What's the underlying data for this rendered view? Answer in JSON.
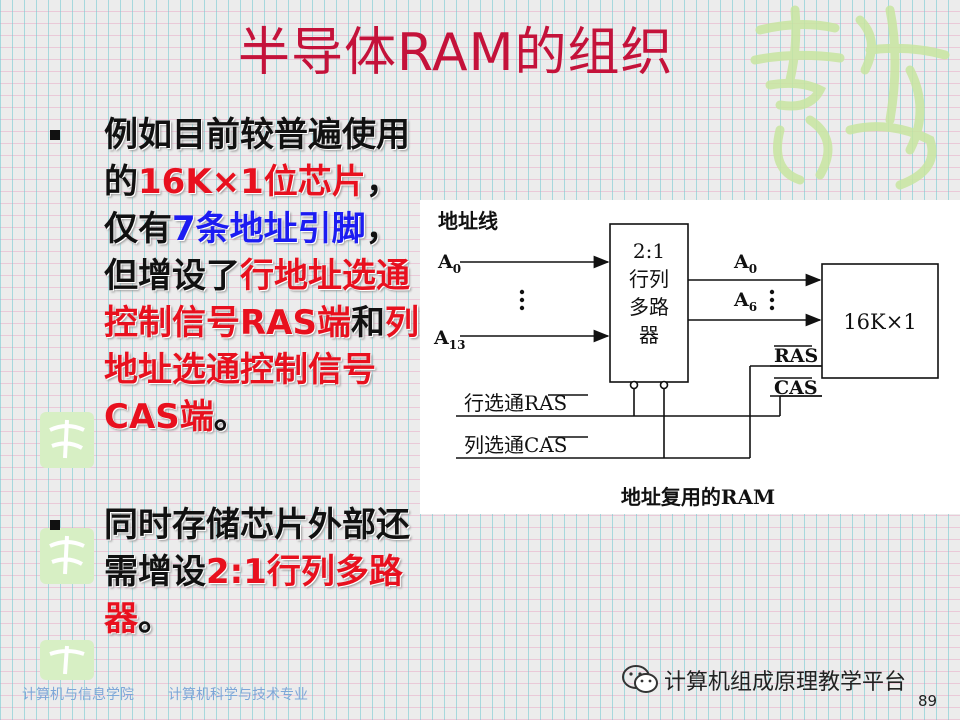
{
  "title": "半导体RAM的组织",
  "bullet1": {
    "runs": [
      {
        "t": "例如目前较普遍使用的",
        "c": "black"
      },
      {
        "t": "16K×1位芯片",
        "c": "red"
      },
      {
        "t": "，仅有",
        "c": "black"
      },
      {
        "t": "7条地址引脚",
        "c": "blue"
      },
      {
        "t": "，但增设了",
        "c": "black"
      },
      {
        "t": "行地址选通控制信号RAS端",
        "c": "red"
      },
      {
        "t": "和",
        "c": "black"
      },
      {
        "t": "列地址选通控制信号CAS端",
        "c": "red"
      },
      {
        "t": "。",
        "c": "black"
      }
    ]
  },
  "bullet2": {
    "runs": [
      {
        "t": "同时存储芯片外部还需增设",
        "c": "black"
      },
      {
        "t": "2:1行列多路器",
        "c": "red"
      },
      {
        "t": "。",
        "c": "black"
      }
    ]
  },
  "diagram": {
    "address_lines_label": "地址线",
    "a0_in": "A",
    "a0_in_sub": "0",
    "a13_in": "A",
    "a13_in_sub": "13",
    "mux_line1": "2:1",
    "mux_line2": "行列",
    "mux_line3": "多路",
    "mux_line4": "器",
    "a0_out": "A",
    "a0_out_sub": "0",
    "a6_out": "A",
    "a6_out_sub": "6",
    "chip_label": "16K×1",
    "ras_pin": "RAS",
    "cas_pin": "CAS",
    "row_strobe_prefix": "行选通",
    "row_strobe_signal": "RAS",
    "col_strobe_prefix": "列选通",
    "col_strobe_signal": "CAS",
    "caption": "地址复用的RAM"
  },
  "footer": {
    "school": "计算机与信息学院",
    "major": "计算机科学与技术专业",
    "platform": "计算机组成原理教学平台",
    "page": "89"
  }
}
